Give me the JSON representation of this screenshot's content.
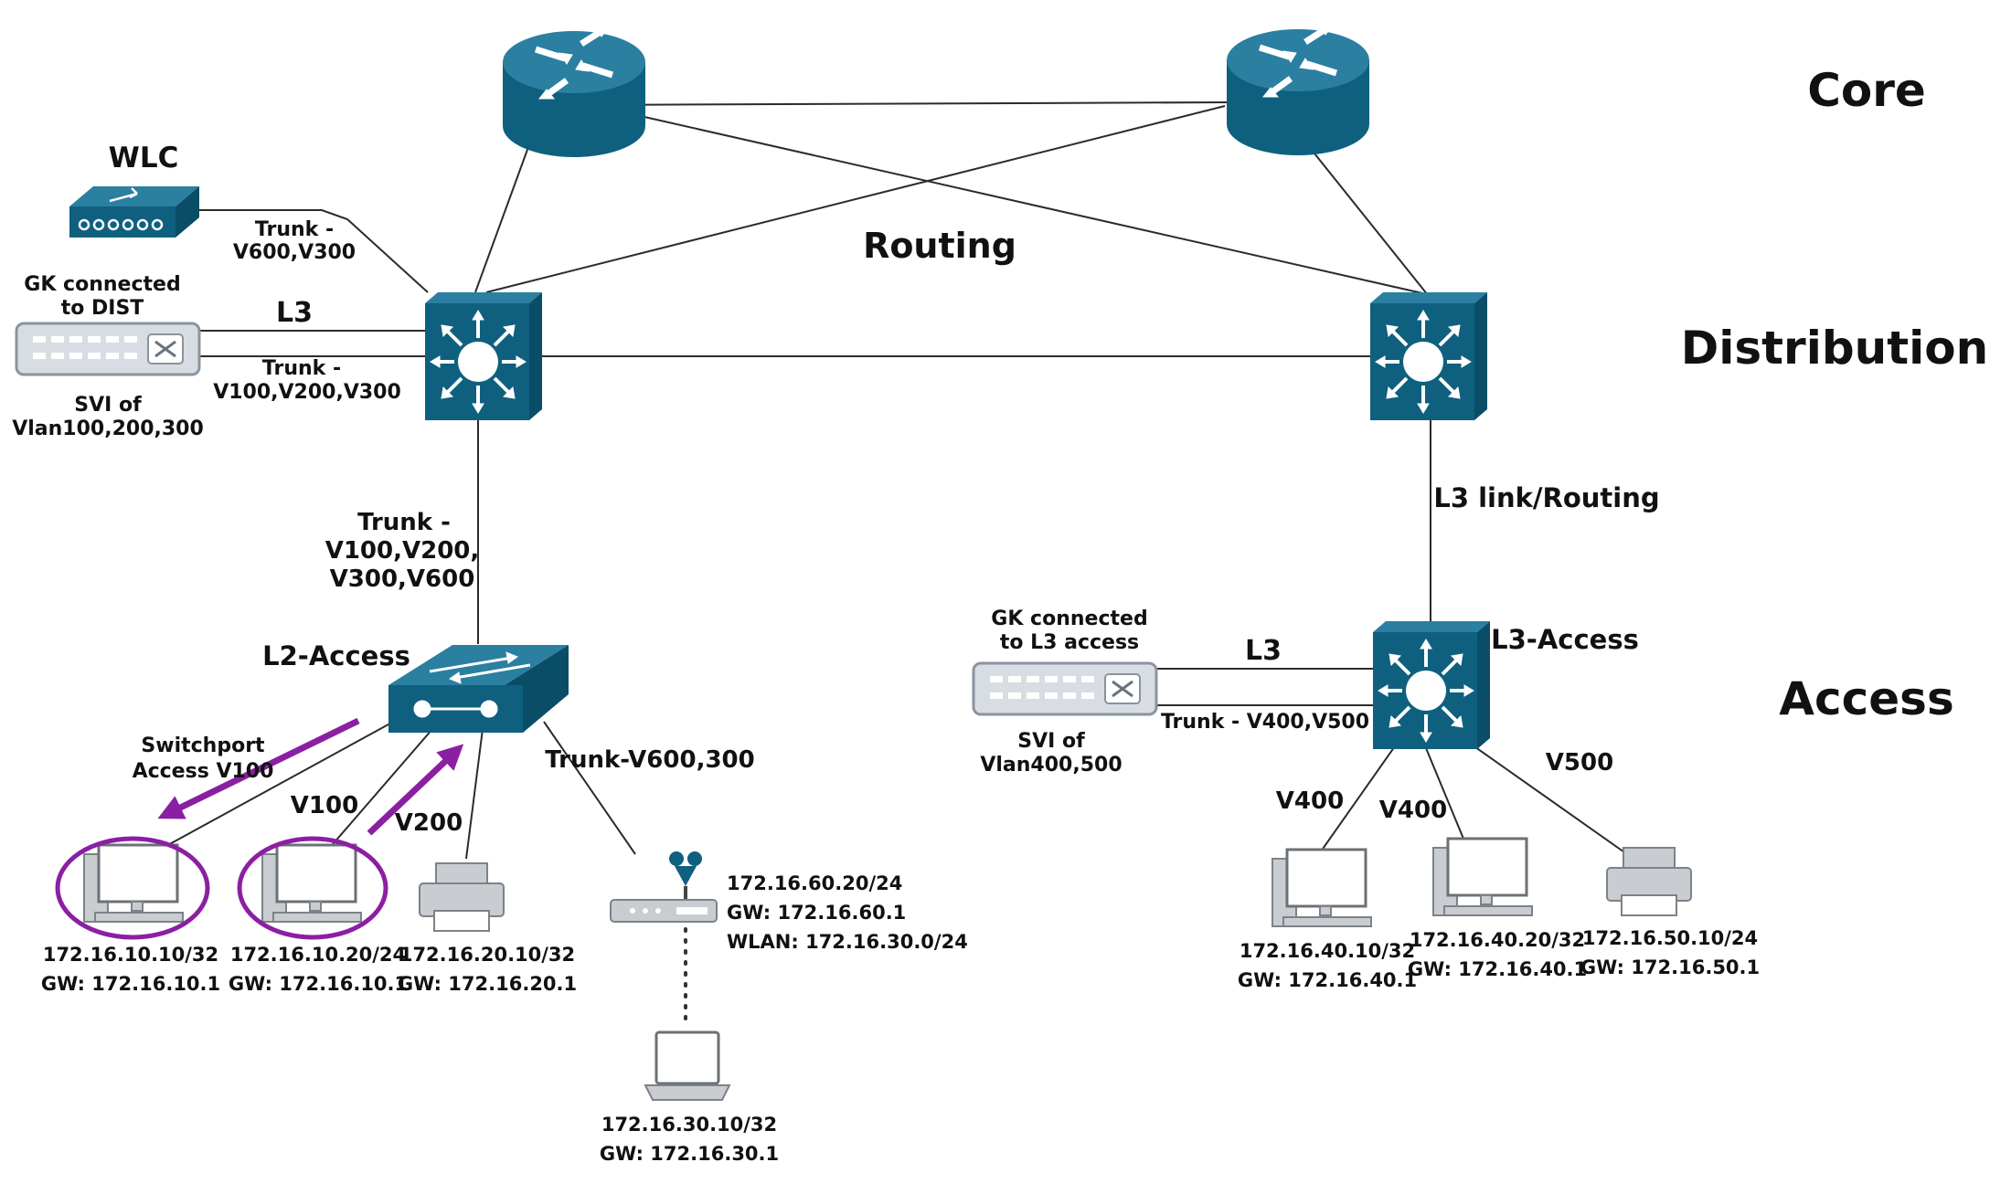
{
  "tiers": {
    "core": "Core",
    "distribution": "Distribution",
    "access": "Access"
  },
  "labels": {
    "routing": "Routing",
    "wlc": "WLC",
    "trunk_wlc": [
      "Trunk -",
      "V600,V300"
    ],
    "gk_dist_title": [
      "GK connected",
      "to DIST"
    ],
    "l3_dist": "L3",
    "trunk_gk_dist": [
      "Trunk -",
      "V100,V200,V300"
    ],
    "svi_dist": [
      "SVI of",
      "Vlan100,200,300"
    ],
    "trunk_dist_access": [
      "Trunk -",
      "V100,V200,",
      "V300,V600"
    ],
    "l3_link": "L3 link/Routing",
    "l2_access": "L2-Access",
    "l3_access": "L3-Access",
    "gk_l3_title": [
      "GK connected",
      "to L3 access"
    ],
    "l3_acc": "L3",
    "trunk_gk_l3": "Trunk - V400,V500",
    "svi_l3": [
      "SVI of",
      "Vlan400,500"
    ],
    "switchport": [
      "Switchport",
      "Access V100"
    ],
    "v100": "V100",
    "v200": "V200",
    "trunk_ap": "Trunk-V600,300",
    "v400_a": "V400",
    "v400_b": "V400",
    "v500": "V500"
  },
  "hosts": {
    "pc1": [
      "172.16.10.10/32",
      "GW: 172.16.10.1"
    ],
    "pc2": [
      "172.16.10.20/24",
      "GW: 172.16.10.1"
    ],
    "printer1": [
      "172.16.20.10/32",
      "GW: 172.16.20.1"
    ],
    "ap": [
      "172.16.60.20/24",
      "GW: 172.16.60.1",
      "WLAN: 172.16.30.0/24"
    ],
    "laptop": [
      "172.16.30.10/32",
      "GW: 172.16.30.1"
    ],
    "pc3": [
      "172.16.40.10/32",
      "GW: 172.16.40.1"
    ],
    "pc4": [
      "172.16.40.20/32",
      "GW: 172.16.40.1"
    ],
    "printer2": [
      "172.16.50.10/24",
      "GW: 172.16.50.1"
    ]
  },
  "colors": {
    "device": "#0f607f",
    "highlight": "#8b1fa3"
  }
}
